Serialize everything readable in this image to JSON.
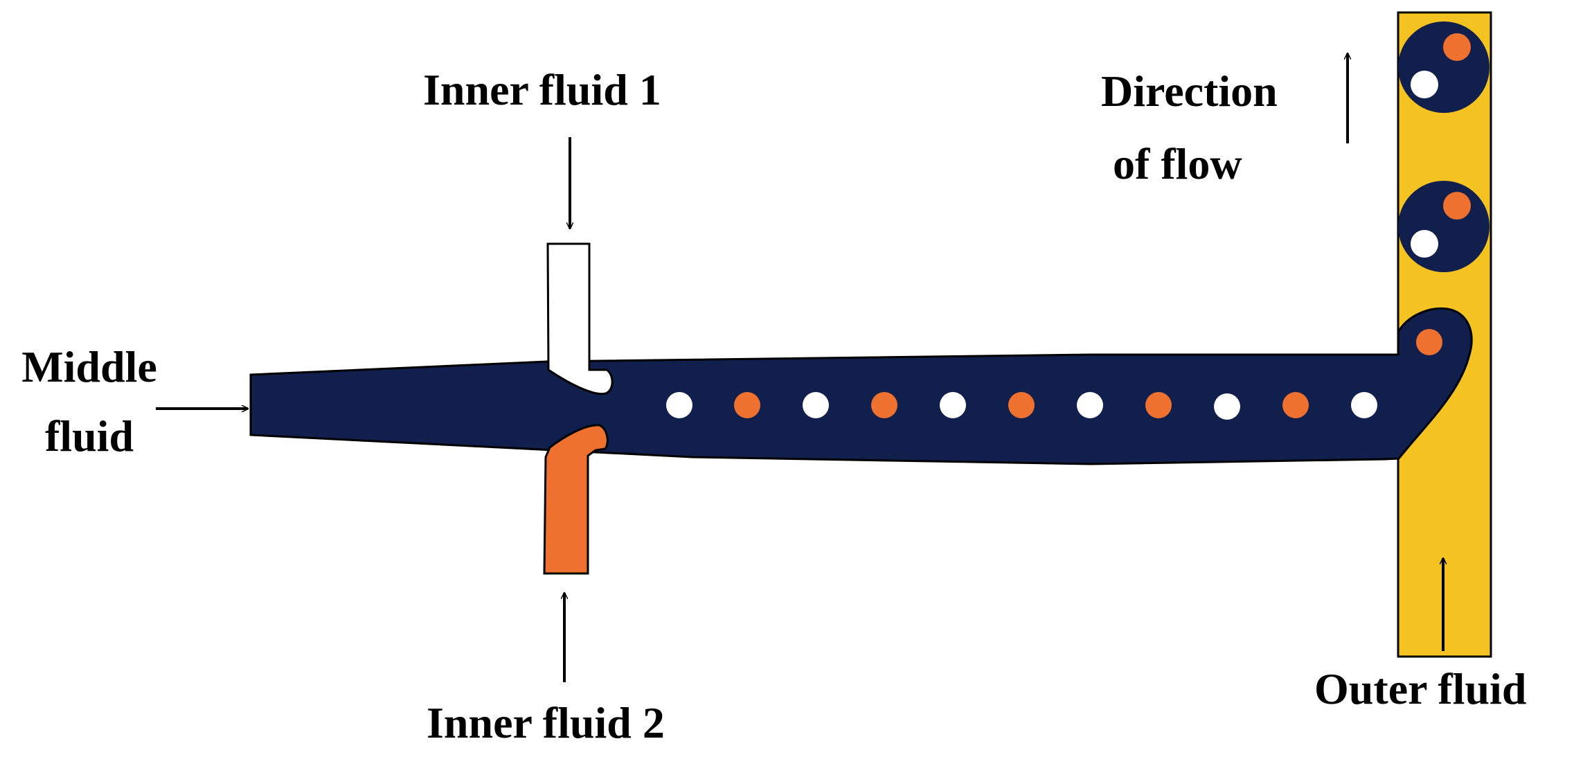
{
  "labels": {
    "inner_fluid_1": "Inner fluid 1",
    "inner_fluid_2": "Inner fluid 2",
    "middle_fluid_line1": "Middle",
    "middle_fluid_line2": "fluid",
    "outer_fluid": "Outer fluid",
    "direction_line1": "Direction",
    "direction_line2": "of flow"
  },
  "colors": {
    "middle_fluid": "#101f4c",
    "inner_fluid_1": "#ffffff",
    "inner_fluid_2": "#ee7130",
    "outer_fluid": "#f4c322",
    "outline": "#000000"
  },
  "droplet_sequence": [
    "inner-1",
    "inner-2",
    "inner-1",
    "inner-2",
    "inner-1",
    "inner-2",
    "inner-1",
    "inner-2",
    "inner-1",
    "inner-2",
    "inner-1"
  ]
}
